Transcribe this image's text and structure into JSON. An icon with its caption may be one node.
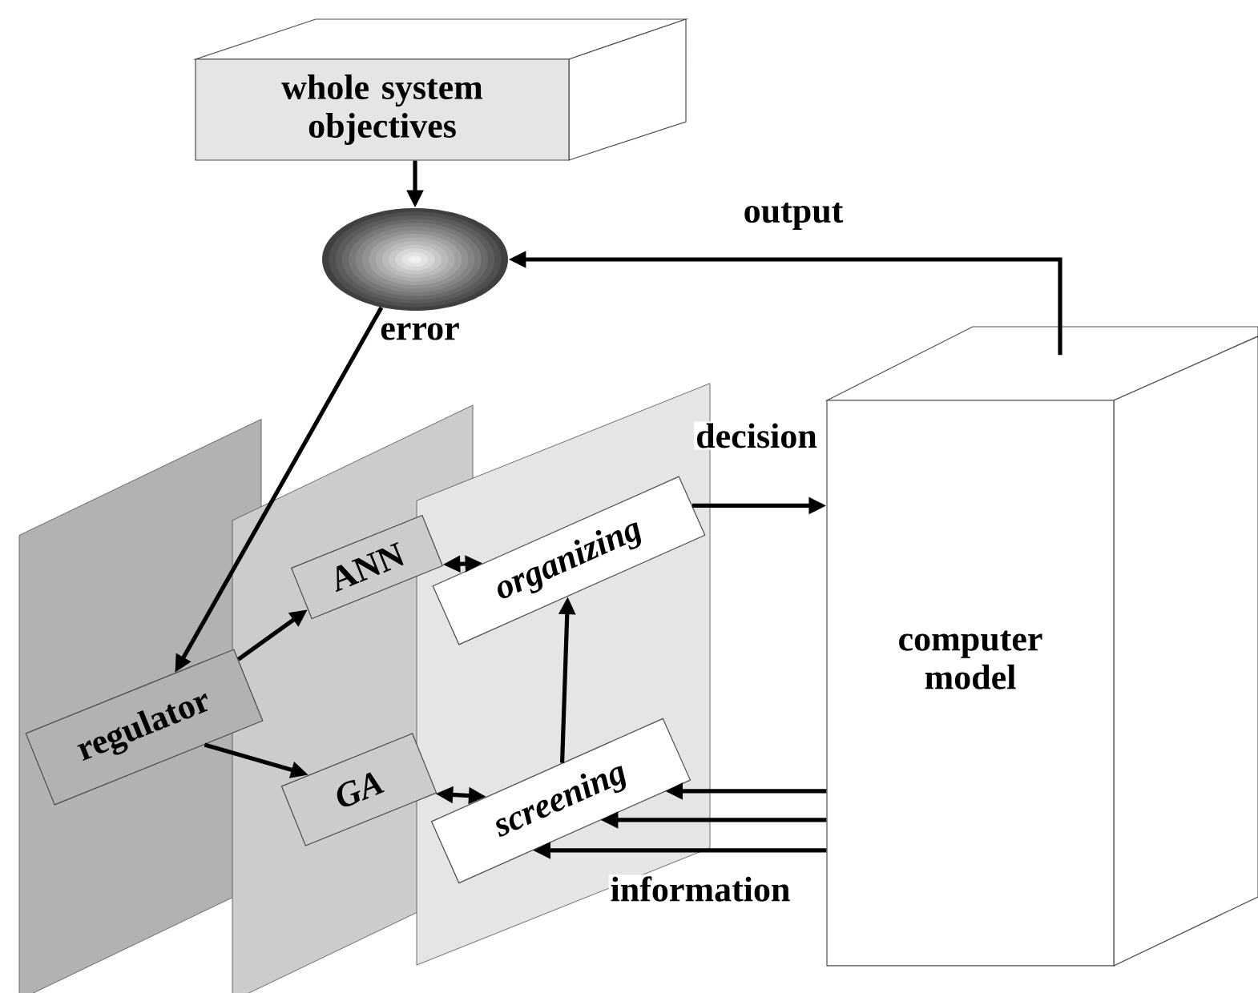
{
  "diagram": {
    "nodes": [
      {
        "text": [
          "whole system objectives"
        ]
      },
      {
        "text": [],
        "shape": "ellipse",
        "beside": [
          "error"
        ]
      },
      {
        "text": [],
        "shape": "parallelogram"
      },
      {
        "text": [
          "regulator"
        ],
        "in": 2
      },
      {
        "text": [],
        "shape": "parallelogram"
      },
      {
        "text": [
          "ANN"
        ],
        "in": 4
      },
      {
        "text": [
          "GA"
        ],
        "in": 4
      },
      {
        "text": [],
        "shape": "parallelogram"
      },
      {
        "text": [
          "organizing"
        ],
        "in": 7
      },
      {
        "text": [
          "screening"
        ],
        "in": 7
      },
      {
        "text": [
          "computer model"
        ]
      }
    ],
    "edges": [
      {
        "from": 0,
        "to": 1,
        "arrow": "to"
      },
      {
        "from": 10,
        "to": 1,
        "arrow": "to",
        "label": "output"
      },
      {
        "from": 1,
        "to": 3,
        "arrow": "to"
      },
      {
        "from": 3,
        "to": 5,
        "arrow": "to"
      },
      {
        "from": 3,
        "to": 6,
        "arrow": "to"
      },
      {
        "from": 5,
        "to": 8,
        "arrow": "both"
      },
      {
        "from": 6,
        "to": 9,
        "arrow": "both"
      },
      {
        "from": 9,
        "to": 8,
        "arrow": "to"
      },
      {
        "from": 8,
        "to": 10,
        "arrow": "to",
        "label": "decision"
      },
      {
        "from": 10,
        "to": 9,
        "arrow": "to"
      },
      {
        "from": 10,
        "to": 9,
        "arrow": "to"
      },
      {
        "from": 10,
        "to": 9,
        "arrow": "to",
        "label": "information"
      }
    ]
  }
}
